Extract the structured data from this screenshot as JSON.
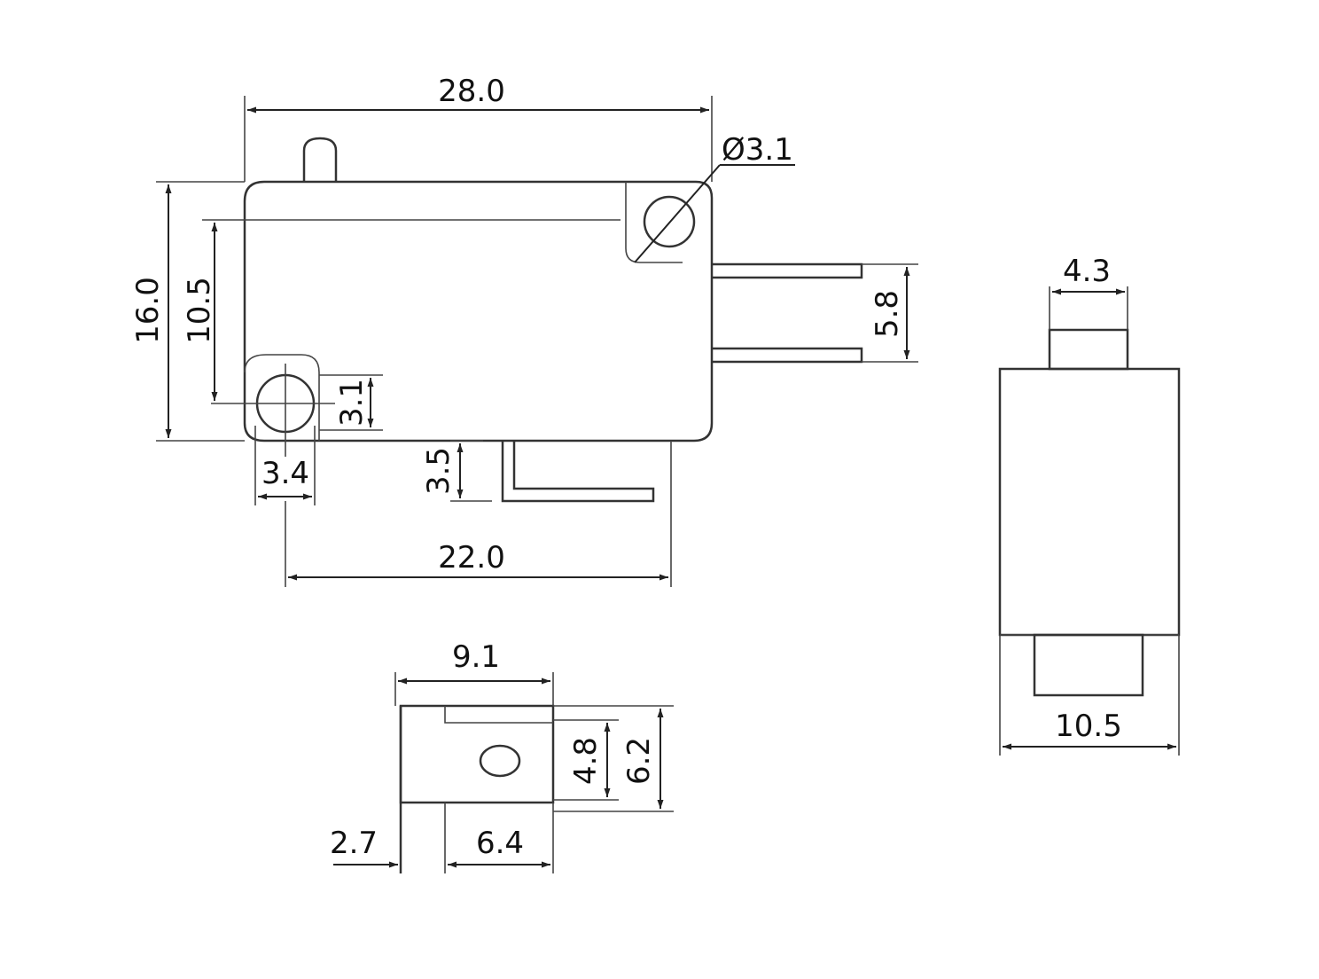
{
  "colors": {
    "line": "#333333",
    "text": "#111111",
    "background": "#ffffff"
  },
  "dimensions": {
    "overall_length": "28.0",
    "hole_diameter": "Ø3.1",
    "overall_height": "16.0",
    "hole_spacing_vertical": "10.5",
    "hole_to_bottom": "3.1",
    "hole_offset": "3.4",
    "lever_drop": "3.5",
    "hole_to_terminal": "22.0",
    "terminal_pitch": "5.8",
    "plunger_width": "4.3",
    "body_width": "10.5",
    "terminal_length": "9.1",
    "terminal_slot_height": "4.8",
    "terminal_height": "6.2",
    "terminal_thickness": "2.7",
    "terminal_tab_length": "6.4"
  }
}
